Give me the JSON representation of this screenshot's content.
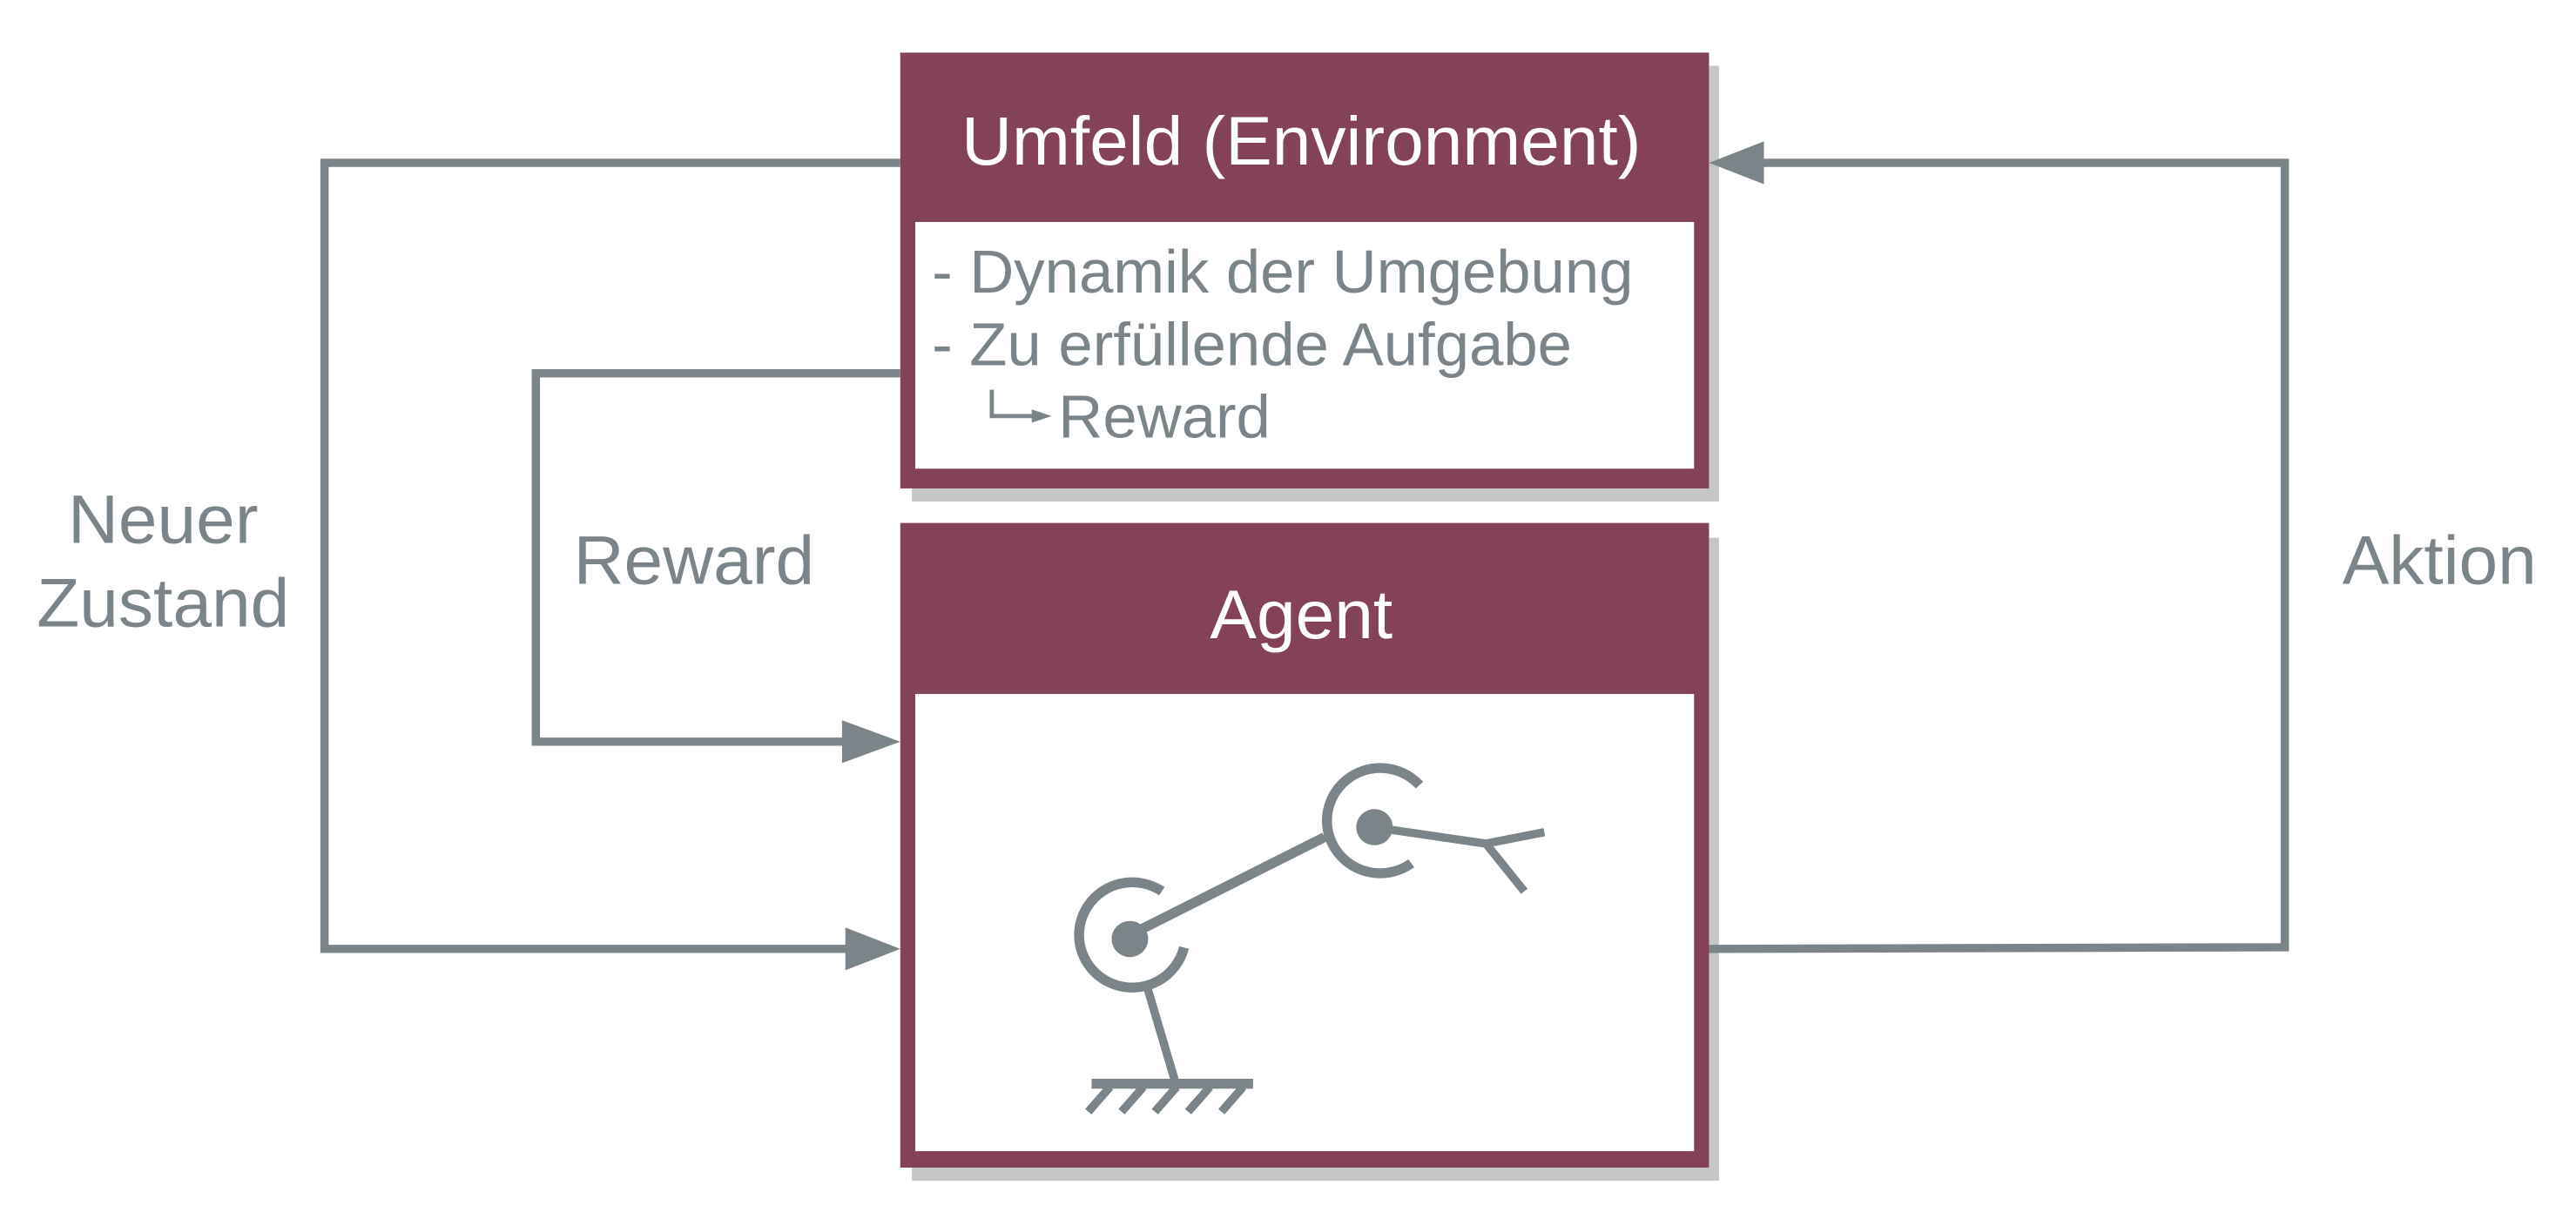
{
  "environment": {
    "title": "Umfeld (Environment)",
    "items": [
      "- Dynamik der Umgebung",
      "- Zu erfüllende Aufgabe"
    ],
    "subitem": "Reward"
  },
  "agent": {
    "title": "Agent",
    "icon": "robot-arm-icon"
  },
  "arrows": {
    "new_state": [
      "Neuer",
      "Zustand"
    ],
    "reward": "Reward",
    "action": "Aktion"
  },
  "colors": {
    "box_header": "#844258",
    "line": "#7b8488",
    "text_gray": "#7b8488",
    "shadow": "#c6c6c6",
    "header_text": "#ffffff"
  }
}
